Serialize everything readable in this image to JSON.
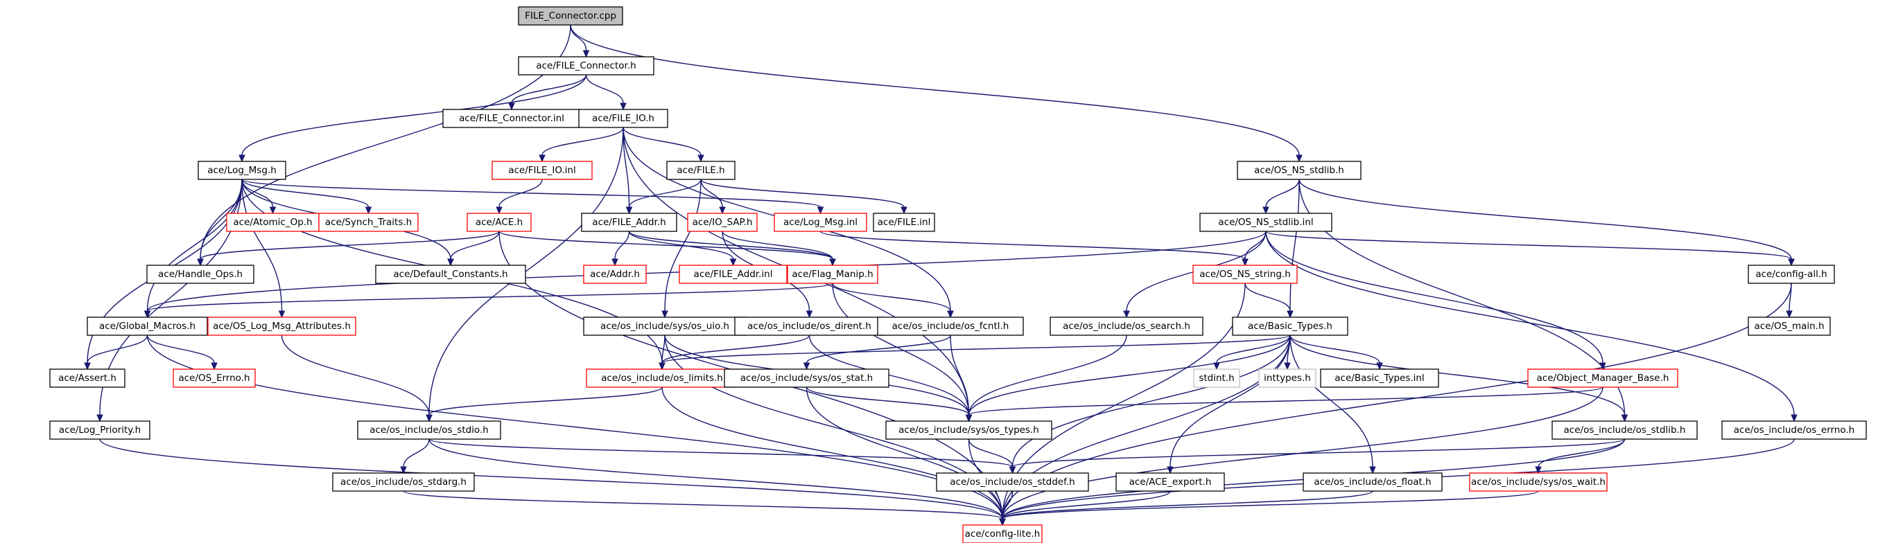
{
  "diagram": {
    "title": "",
    "nodes": [
      {
        "id": "n0",
        "label": "FILE_Connector.cpp",
        "style": "root"
      },
      {
        "id": "n1",
        "label": "ace/FILE_Connector.h",
        "style": "normal"
      },
      {
        "id": "n2",
        "label": "ace/FILE_Connector.inl",
        "style": "normal"
      },
      {
        "id": "n3",
        "label": "ace/FILE_IO.h",
        "style": "normal"
      },
      {
        "id": "n4",
        "label": "ace/OS_NS_stdlib.h",
        "style": "normal"
      },
      {
        "id": "n5",
        "label": "ace/Log_Msg.h",
        "style": "normal"
      },
      {
        "id": "n6",
        "label": "ace/FILE_IO.inl",
        "style": "missing"
      },
      {
        "id": "n7",
        "label": "ace/FILE.h",
        "style": "normal"
      },
      {
        "id": "n8",
        "label": "ace/OS_NS_stdlib.inl",
        "style": "normal"
      },
      {
        "id": "n9",
        "label": "ace/Atomic_Op.h",
        "style": "missing"
      },
      {
        "id": "n10",
        "label": "ace/Synch_Traits.h",
        "style": "missing"
      },
      {
        "id": "n11",
        "label": "ace/ACE.h",
        "style": "missing"
      },
      {
        "id": "n12",
        "label": "ace/FILE_Addr.h",
        "style": "normal"
      },
      {
        "id": "n13",
        "label": "ace/IO_SAP.h",
        "style": "missing"
      },
      {
        "id": "n14",
        "label": "ace/Log_Msg.inl",
        "style": "missing"
      },
      {
        "id": "n15",
        "label": "ace/FILE.inl",
        "style": "normal"
      },
      {
        "id": "n16",
        "label": "ace/Handle_Ops.h",
        "style": "normal"
      },
      {
        "id": "n17",
        "label": "ace/Default_Constants.h",
        "style": "normal"
      },
      {
        "id": "n18",
        "label": "ace/Addr.h",
        "style": "missing"
      },
      {
        "id": "n19",
        "label": "ace/FILE_Addr.inl",
        "style": "missing"
      },
      {
        "id": "n20",
        "label": "ace/Flag_Manip.h",
        "style": "missing"
      },
      {
        "id": "n21",
        "label": "ace/OS_NS_string.h",
        "style": "missing"
      },
      {
        "id": "n22",
        "label": "ace/config-all.h",
        "style": "normal"
      },
      {
        "id": "n23",
        "label": "ace/Global_Macros.h",
        "style": "normal"
      },
      {
        "id": "n24",
        "label": "ace/OS_Log_Msg_Attributes.h",
        "style": "missing"
      },
      {
        "id": "n25",
        "label": "ace/os_include/sys/os_uio.h",
        "style": "normal"
      },
      {
        "id": "n26",
        "label": "ace/os_include/os_dirent.h",
        "style": "normal"
      },
      {
        "id": "n27",
        "label": "ace/os_include/os_fcntl.h",
        "style": "normal"
      },
      {
        "id": "n28",
        "label": "ace/os_include/os_search.h",
        "style": "normal"
      },
      {
        "id": "n29",
        "label": "ace/Basic_Types.h",
        "style": "normal"
      },
      {
        "id": "n30",
        "label": "ace/OS_main.h",
        "style": "normal"
      },
      {
        "id": "n31",
        "label": "ace/Assert.h",
        "style": "normal"
      },
      {
        "id": "n32",
        "label": "ace/OS_Errno.h",
        "style": "missing"
      },
      {
        "id": "n33",
        "label": "ace/os_include/os_limits.h",
        "style": "missing"
      },
      {
        "id": "n34",
        "label": "ace/os_include/sys/os_stat.h",
        "style": "normal"
      },
      {
        "id": "n35",
        "label": "stdint.h",
        "style": "external"
      },
      {
        "id": "n36",
        "label": "inttypes.h",
        "style": "external"
      },
      {
        "id": "n37",
        "label": "ace/Basic_Types.inl",
        "style": "normal"
      },
      {
        "id": "n38",
        "label": "ace/Object_Manager_Base.h",
        "style": "missing"
      },
      {
        "id": "n39",
        "label": "ace/Log_Priority.h",
        "style": "normal"
      },
      {
        "id": "n40",
        "label": "ace/os_include/os_stdio.h",
        "style": "normal"
      },
      {
        "id": "n41",
        "label": "ace/os_include/sys/os_types.h",
        "style": "normal"
      },
      {
        "id": "n42",
        "label": "ace/os_include/os_stdlib.h",
        "style": "normal"
      },
      {
        "id": "n43",
        "label": "ace/os_include/os_errno.h",
        "style": "normal"
      },
      {
        "id": "n44",
        "label": "ace/os_include/os_stdarg.h",
        "style": "normal"
      },
      {
        "id": "n45",
        "label": "ace/os_include/os_stddef.h",
        "style": "normal"
      },
      {
        "id": "n46",
        "label": "ace/ACE_export.h",
        "style": "normal"
      },
      {
        "id": "n47",
        "label": "ace/os_include/os_float.h",
        "style": "normal"
      },
      {
        "id": "n48",
        "label": "ace/os_include/sys/os_wait.h",
        "style": "missing"
      },
      {
        "id": "n49",
        "label": "ace/config-lite.h",
        "style": "missing"
      }
    ],
    "edges": [
      [
        "n0",
        "n1"
      ],
      [
        "n0",
        "n16"
      ],
      [
        "n0",
        "n4"
      ],
      [
        "n1",
        "n2"
      ],
      [
        "n1",
        "n3"
      ],
      [
        "n1",
        "n5"
      ],
      [
        "n3",
        "n6"
      ],
      [
        "n3",
        "n7"
      ],
      [
        "n3",
        "n12"
      ],
      [
        "n3",
        "n27"
      ],
      [
        "n3",
        "n40"
      ],
      [
        "n3",
        "n41"
      ],
      [
        "n4",
        "n8"
      ],
      [
        "n4",
        "n29"
      ],
      [
        "n4",
        "n22"
      ],
      [
        "n4",
        "n42"
      ],
      [
        "n5",
        "n9"
      ],
      [
        "n5",
        "n10"
      ],
      [
        "n5",
        "n14"
      ],
      [
        "n5",
        "n16"
      ],
      [
        "n5",
        "n17"
      ],
      [
        "n5",
        "n23"
      ],
      [
        "n5",
        "n24"
      ],
      [
        "n5",
        "n31"
      ],
      [
        "n5",
        "n33"
      ],
      [
        "n5",
        "n39"
      ],
      [
        "n6",
        "n11"
      ],
      [
        "n7",
        "n12"
      ],
      [
        "n7",
        "n13"
      ],
      [
        "n7",
        "n15"
      ],
      [
        "n7",
        "n25"
      ],
      [
        "n8",
        "n21"
      ],
      [
        "n8",
        "n28"
      ],
      [
        "n8",
        "n38"
      ],
      [
        "n8",
        "n22"
      ],
      [
        "n8",
        "n23"
      ],
      [
        "n8",
        "n43"
      ],
      [
        "n11",
        "n16"
      ],
      [
        "n11",
        "n17"
      ],
      [
        "n11",
        "n20"
      ],
      [
        "n11",
        "n49"
      ],
      [
        "n12",
        "n18"
      ],
      [
        "n12",
        "n19"
      ],
      [
        "n12",
        "n20"
      ],
      [
        "n13",
        "n20"
      ],
      [
        "n13",
        "n26"
      ],
      [
        "n14",
        "n21"
      ],
      [
        "n20",
        "n23"
      ],
      [
        "n20",
        "n27"
      ],
      [
        "n20",
        "n41"
      ],
      [
        "n21",
        "n29"
      ],
      [
        "n21",
        "n49"
      ],
      [
        "n22",
        "n30"
      ],
      [
        "n22",
        "n49"
      ],
      [
        "n23",
        "n31"
      ],
      [
        "n23",
        "n32"
      ],
      [
        "n23",
        "n49"
      ],
      [
        "n24",
        "n40"
      ],
      [
        "n25",
        "n33"
      ],
      [
        "n25",
        "n41"
      ],
      [
        "n25",
        "n49"
      ],
      [
        "n26",
        "n33"
      ],
      [
        "n26",
        "n41"
      ],
      [
        "n27",
        "n34"
      ],
      [
        "n27",
        "n41"
      ],
      [
        "n28",
        "n41"
      ],
      [
        "n29",
        "n33"
      ],
      [
        "n29",
        "n35"
      ],
      [
        "n29",
        "n36"
      ],
      [
        "n29",
        "n37"
      ],
      [
        "n29",
        "n41"
      ],
      [
        "n29",
        "n42"
      ],
      [
        "n29",
        "n45"
      ],
      [
        "n29",
        "n46"
      ],
      [
        "n29",
        "n47"
      ],
      [
        "n29",
        "n49"
      ],
      [
        "n33",
        "n40"
      ],
      [
        "n33",
        "n49"
      ],
      [
        "n34",
        "n41"
      ],
      [
        "n34",
        "n49"
      ],
      [
        "n38",
        "n41"
      ],
      [
        "n38",
        "n49"
      ],
      [
        "n39",
        "n49"
      ],
      [
        "n40",
        "n44"
      ],
      [
        "n40",
        "n45"
      ],
      [
        "n40",
        "n49"
      ],
      [
        "n41",
        "n45"
      ],
      [
        "n41",
        "n49"
      ],
      [
        "n42",
        "n45"
      ],
      [
        "n42",
        "n48"
      ],
      [
        "n42",
        "n49"
      ],
      [
        "n43",
        "n49"
      ],
      [
        "n44",
        "n49"
      ],
      [
        "n45",
        "n49"
      ],
      [
        "n46",
        "n49"
      ],
      [
        "n47",
        "n49"
      ],
      [
        "n48",
        "n49"
      ]
    ]
  },
  "colors": {
    "edge": "#191970",
    "root_fill": "#bfbfbf",
    "normal_border": "#000000",
    "missing_border": "#ff0000",
    "external_border": "#bfbfbf"
  }
}
